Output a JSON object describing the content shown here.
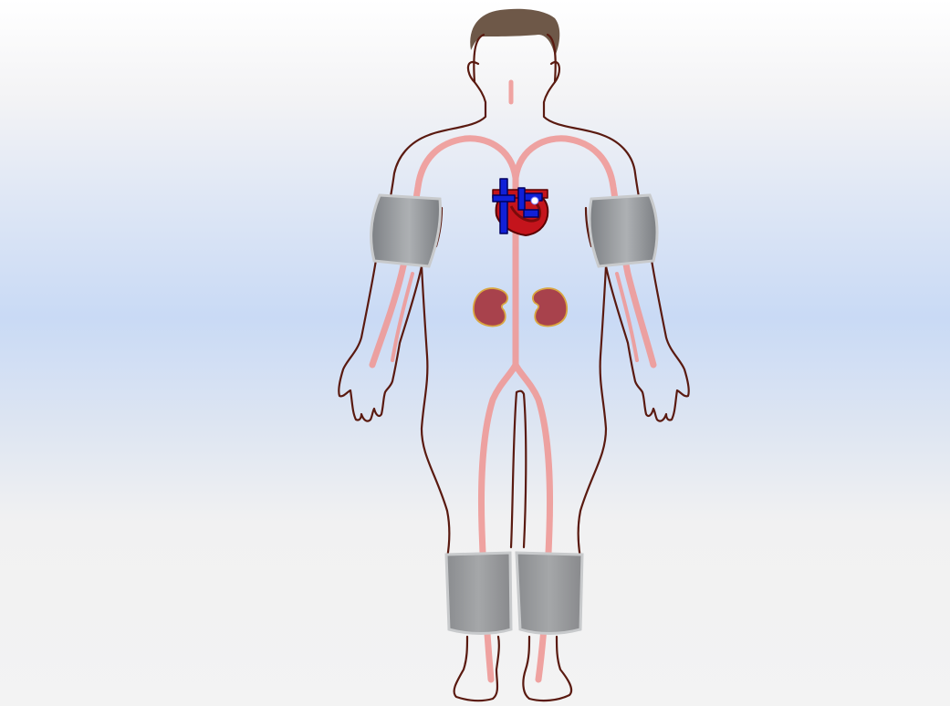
{
  "scene": {
    "colors": {
      "outline": "#5a1a10",
      "artery": "#ef9a98",
      "hair": "#6e5848",
      "kidney": "#a8424c",
      "kidney_rim": "#d9a640",
      "heart_red": "#c4141c",
      "heart_blue": "#1020d8",
      "cuff": "#8f9295"
    },
    "components": [
      "body-outline",
      "arterial-tree",
      "heart",
      "kidneys",
      "left-arm-cuff",
      "right-arm-cuff",
      "left-leg-cuff",
      "right-leg-cuff"
    ]
  }
}
